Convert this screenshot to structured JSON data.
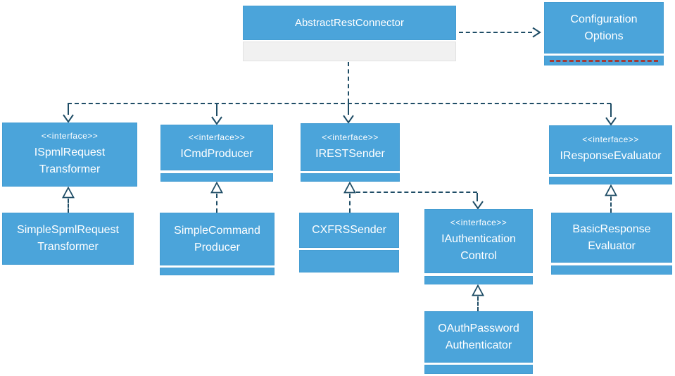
{
  "diagram": {
    "type": "uml-class-diagram",
    "stereotype": "<<interface>>",
    "colors": {
      "box_fill": "#4ba4da",
      "box_border": "#459dd2",
      "gray_fill": "#f1f1f1",
      "connector": "#1f4d66",
      "red_dash": "#a23b36",
      "text": "#ffffff"
    },
    "nodes": {
      "abstractRestConnector": {
        "name": "AbstractRestConnector"
      },
      "configurationOptions": {
        "name": "Configuration Options",
        "line1": "Configuration",
        "line2": "Options"
      },
      "ispmlRequestTransformer": {
        "name": "ISpmlRequestTransformer",
        "line1": "ISpmlRequest",
        "line2": "Transformer"
      },
      "icmdProducer": {
        "name": "ICmdProducer",
        "line1": "ICmdProducer"
      },
      "irestSender": {
        "name": "IRESTSender",
        "line1": "IRESTSender"
      },
      "iresponseEvaluator": {
        "name": "IResponseEvaluator",
        "line1": "IResponseEvaluator"
      },
      "simpleSpmlRequestTransformer": {
        "name": "SimpleSpmlRequestTransformer",
        "line1": "SimpleSpmlRequest",
        "line2": "Transformer"
      },
      "simpleCommandProducer": {
        "name": "SimpleCommandProducer",
        "line1": "SimpleCommand",
        "line2": "Producer"
      },
      "cxfrsSender": {
        "name": "CXFRSSender",
        "line1": "CXFRSSender"
      },
      "iauthenticationControl": {
        "name": "IAuthenticationControl",
        "line1": "IAuthentication",
        "line2": "Control"
      },
      "oauthPasswordAuthenticator": {
        "name": "OAuthPasswordAuthenticator",
        "line1": "OAuthPassword",
        "line2": "Authenticator"
      },
      "basicResponseEvaluator": {
        "name": "BasicResponseEvaluator",
        "line1": "BasicResponse",
        "line2": "Evaluator"
      }
    },
    "edges": [
      {
        "from": "AbstractRestConnector",
        "to": "ConfigurationOptions",
        "type": "dependency"
      },
      {
        "from": "AbstractRestConnector",
        "to": "ISpmlRequestTransformer",
        "type": "dependency"
      },
      {
        "from": "AbstractRestConnector",
        "to": "ICmdProducer",
        "type": "dependency"
      },
      {
        "from": "AbstractRestConnector",
        "to": "IRESTSender",
        "type": "dependency"
      },
      {
        "from": "AbstractRestConnector",
        "to": "IResponseEvaluator",
        "type": "dependency"
      },
      {
        "from": "SimpleSpmlRequestTransformer",
        "to": "ISpmlRequestTransformer",
        "type": "realization"
      },
      {
        "from": "SimpleCommandProducer",
        "to": "ICmdProducer",
        "type": "realization"
      },
      {
        "from": "CXFRSSender",
        "to": "IRESTSender",
        "type": "realization"
      },
      {
        "from": "BasicResponseEvaluator",
        "to": "IResponseEvaluator",
        "type": "realization"
      },
      {
        "from": "OAuthPasswordAuthenticator",
        "to": "IAuthenticationControl",
        "type": "realization"
      },
      {
        "from": "IRESTSender",
        "to": "IAuthenticationControl",
        "type": "dependency"
      }
    ]
  }
}
